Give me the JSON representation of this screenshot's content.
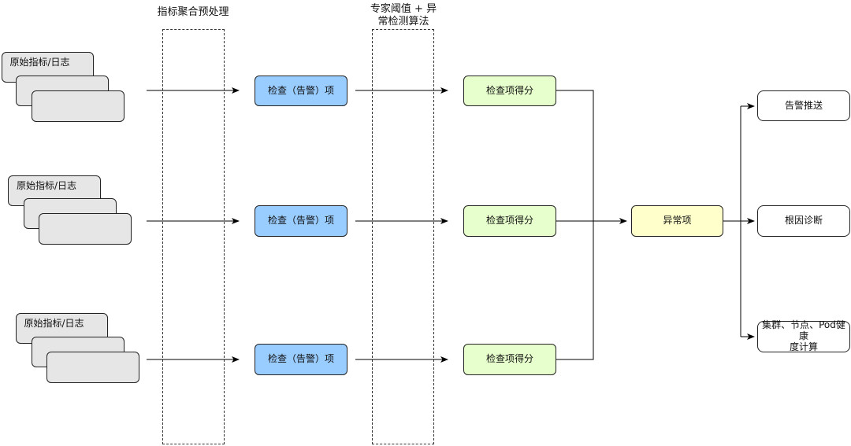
{
  "columns": {
    "preprocess_title": "指标聚合预处理",
    "detection_title": "专家阈值 + 异\n常检测算法"
  },
  "rows": [
    {
      "source_label": "原始指标/日志",
      "check_label": "检查（告警）项",
      "score_label": "检查项得分"
    },
    {
      "source_label": "原始指标/日志",
      "check_label": "检查（告警）项",
      "score_label": "检查项得分"
    },
    {
      "source_label": "原始指标/日志",
      "check_label": "检查（告警）项",
      "score_label": "检查项得分"
    }
  ],
  "anomaly": {
    "label": "异常项"
  },
  "outputs": [
    {
      "label": "告警推送"
    },
    {
      "label": "根因诊断"
    },
    {
      "label": "集群、节点、Pod健康\n度计算"
    }
  ]
}
